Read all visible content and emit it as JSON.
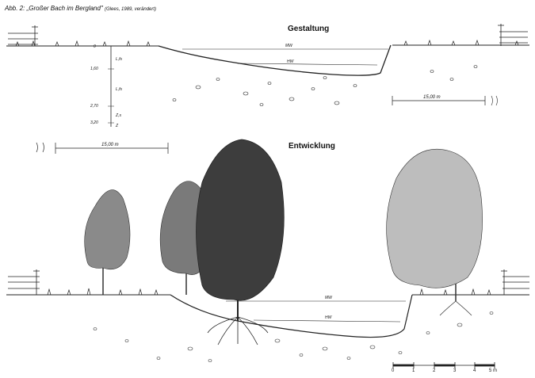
{
  "caption": {
    "main": "Abb. 2: „Großer Bach im Bergland\"",
    "source": "(Glees, 1989, verändert)"
  },
  "section_top": {
    "title": "Gestaltung"
  },
  "section_bottom": {
    "title": "Entwicklung"
  },
  "profile_labels": {
    "depth_0": "0",
    "depth_1": "1,60",
    "depth_2": "2,70",
    "depth_3": "3,20",
    "layer_1": "L,fs",
    "layer_2": "L,fs",
    "layer_3": "Z,s",
    "layer_4": "Z",
    "water_hw": "HW",
    "water_mw": "MW"
  },
  "dimensions": {
    "top_width": "15,00 m",
    "bottom_width": "15,00 m"
  },
  "water_labels": {
    "bottom_upper": "MW",
    "bottom_lower": "HW"
  },
  "scale_bar": {
    "ticks": [
      "0",
      "1",
      "2",
      "3",
      "4",
      "5 m"
    ]
  }
}
